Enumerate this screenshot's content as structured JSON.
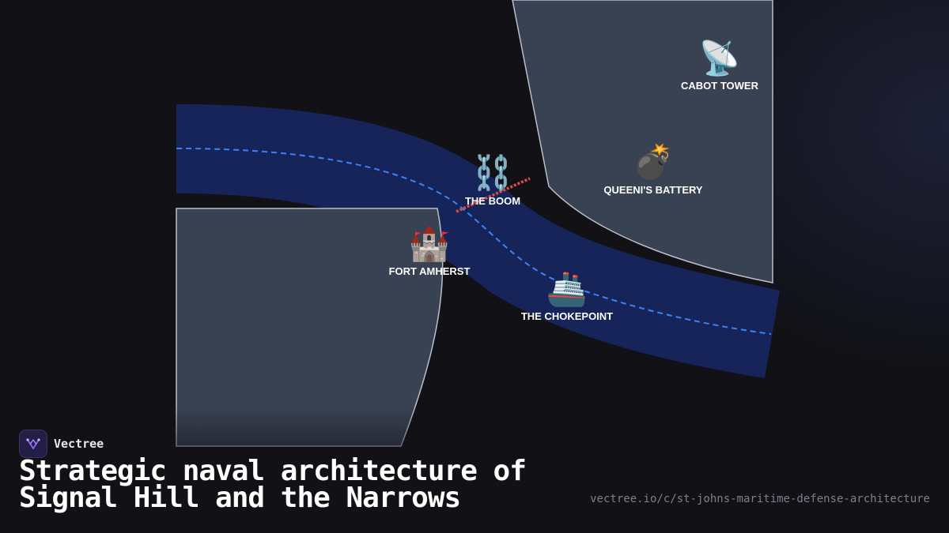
{
  "map": {
    "landmarks": [
      {
        "id": "cabot-tower",
        "label": "CABOT TOWER",
        "icon": "📡",
        "icon_name": "satellite-dish-icon"
      },
      {
        "id": "queens-battery",
        "label": "QUEENI'S BATTERY",
        "icon": "💣",
        "icon_name": "bomb-icon"
      },
      {
        "id": "the-boom",
        "label": "THE BOOM",
        "icon": "⛓️",
        "icon_name": "chain-icon"
      },
      {
        "id": "fort-amherst",
        "label": "FORT AMHERST",
        "icon": "🏰",
        "icon_name": "castle-icon"
      },
      {
        "id": "the-chokepoint",
        "label": "THE CHOKEPOINT",
        "icon": "🚢",
        "icon_name": "ship-icon"
      }
    ],
    "colors": {
      "channel": "#16245a",
      "land": "#394253",
      "land_stroke": "#b9bfca",
      "shipping_route": "#3b82f6",
      "boom_chain": "#e04a4a",
      "background": "#111116"
    }
  },
  "brand": {
    "name": "Vectree",
    "logo_icon": "vectree-logo-icon"
  },
  "footer": {
    "title_line1": "Strategic naval architecture of",
    "title_line2": "Signal Hill and the Narrows",
    "url": "vectree.io/c/st-johns-maritime-defense-architecture"
  }
}
